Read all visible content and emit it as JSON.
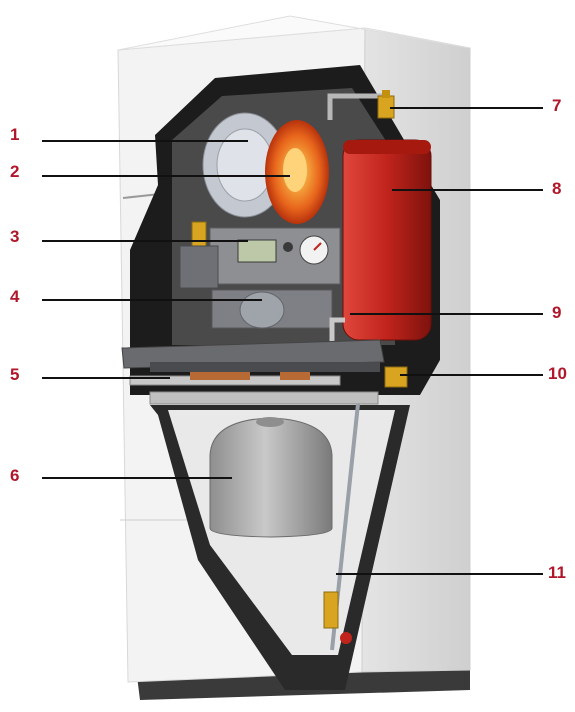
{
  "colors": {
    "label": "#b0172a",
    "leader": "#111111",
    "cabinet": "#f2f2f2",
    "cabinet_shade": "#d9d9d9",
    "cavity": "#1a1a1a",
    "vessel_red": "#c0241c",
    "burner_orange": "#e8661c",
    "cylinder_grey": "#a8a8a8",
    "plinth": "#3a3a3a"
  },
  "labels": {
    "left": [
      "1",
      "2",
      "3",
      "4",
      "5",
      "6"
    ],
    "right": [
      "7",
      "8",
      "9",
      "10",
      "11"
    ]
  }
}
